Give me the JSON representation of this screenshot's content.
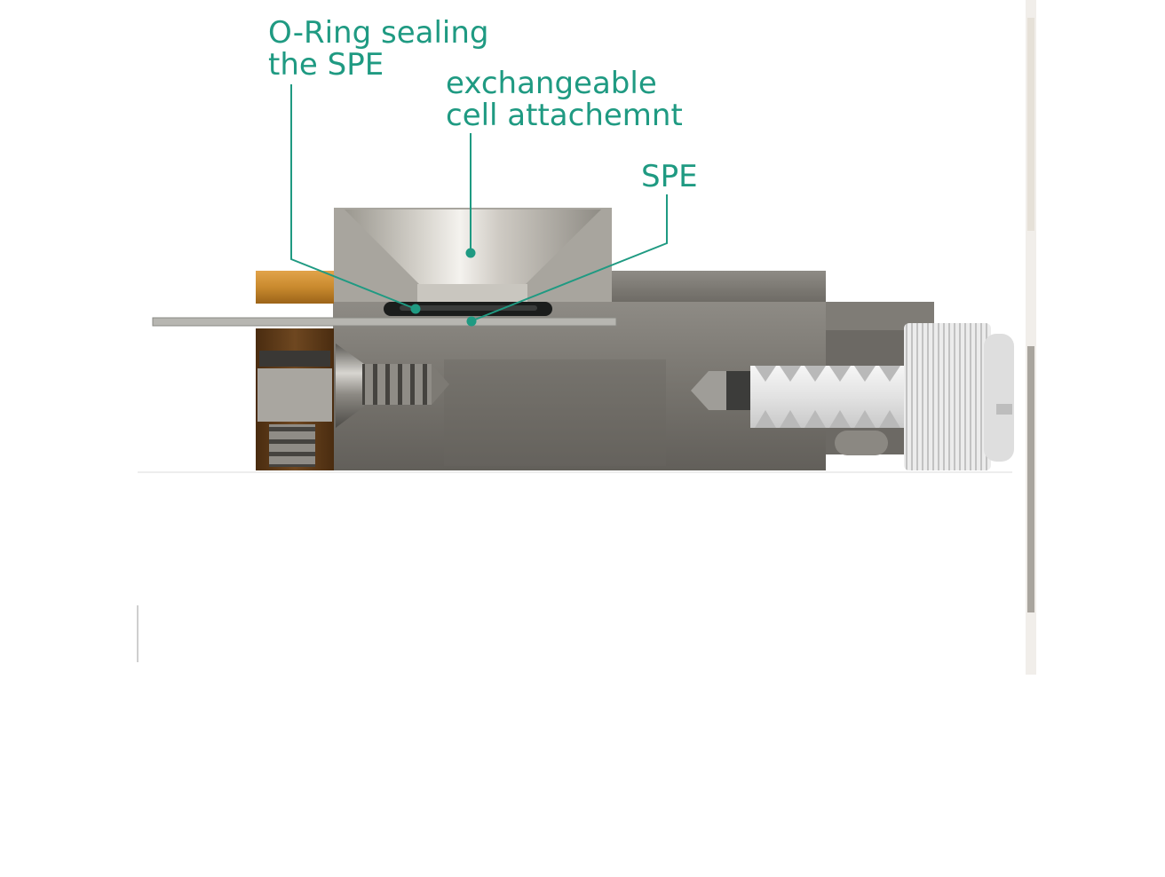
{
  "colors": {
    "annotation": "#1f9a82",
    "steel_dark": "#6f6c66",
    "steel_mid": "#8a8781",
    "steel_light": "#bdbab3",
    "brass": "#c98a2e",
    "wood_dark": "#5b3a17",
    "plastic": "#e9e9e9",
    "oring": "#1b1d1c"
  },
  "labels": {
    "oring": {
      "line1": "O-Ring sealing",
      "line2": "the SPE"
    },
    "cell": {
      "line1": "exchangeable",
      "line2": "cell attachemnt"
    },
    "spe": {
      "text": "SPE"
    }
  },
  "icons": [
    "hex-screw-icon",
    "thumb-screw-icon"
  ]
}
